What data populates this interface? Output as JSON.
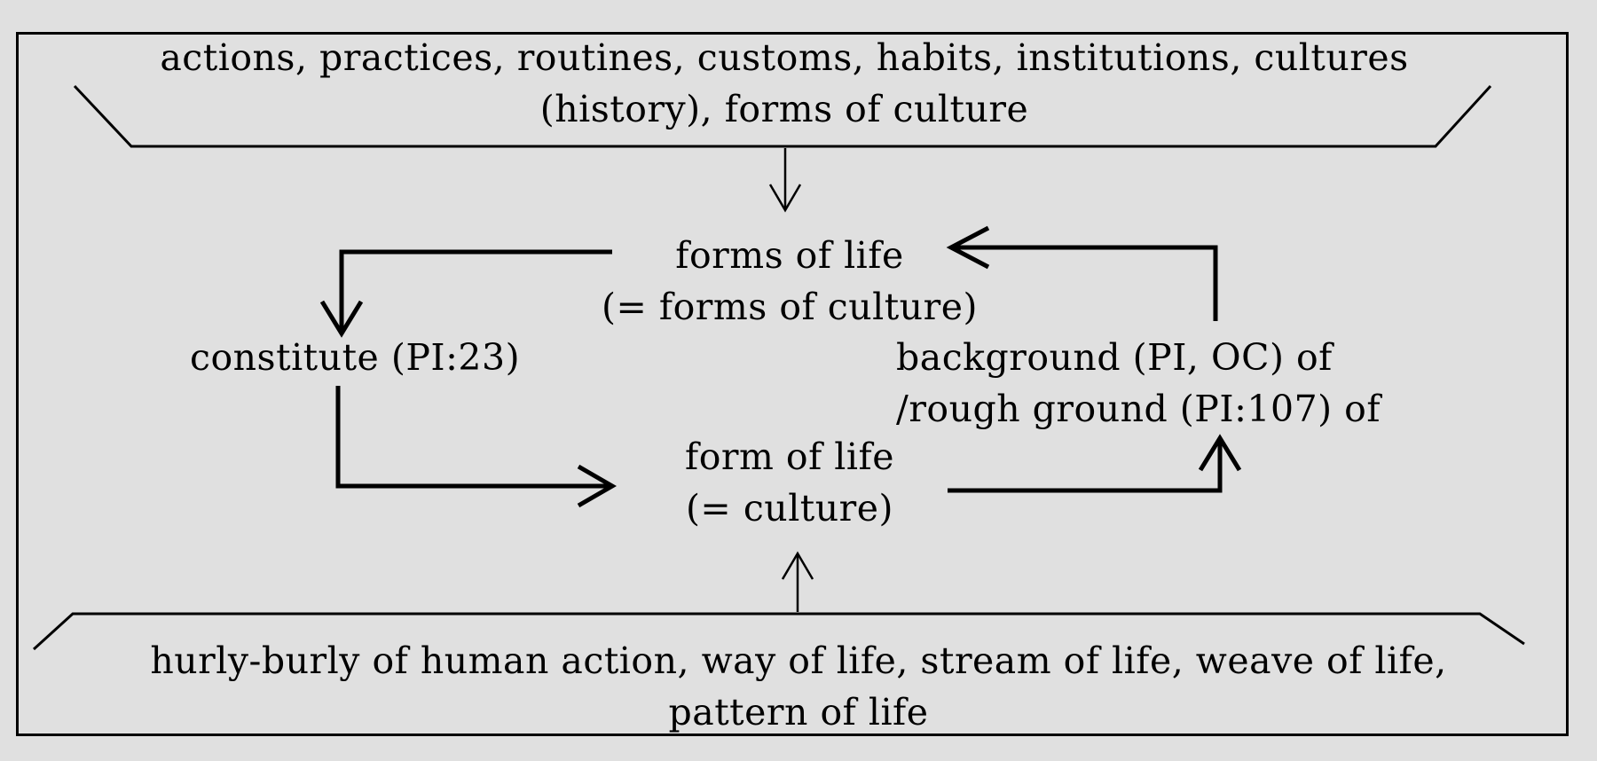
{
  "diagram": {
    "top_banner": {
      "line1": "actions, practices, routines, customs, habits, institutions, cultures",
      "line2": "(history), forms of culture"
    },
    "forms_of_life": {
      "line1": "forms of life",
      "line2": "(= forms of culture)"
    },
    "constitute": "constitute (PI:23)",
    "background": {
      "line1": "background (PI, OC) of",
      "line2": "/rough ground (PI:107) of"
    },
    "form_of_life": {
      "line1": "form of life",
      "line2": "(= culture)"
    },
    "bottom_banner": {
      "line1": "hurly-burly of human action, way of life, stream of life, weave of life,",
      "line2": "pattern of life"
    }
  },
  "colors": {
    "background": "#e0e0e0",
    "ink": "#000000"
  }
}
